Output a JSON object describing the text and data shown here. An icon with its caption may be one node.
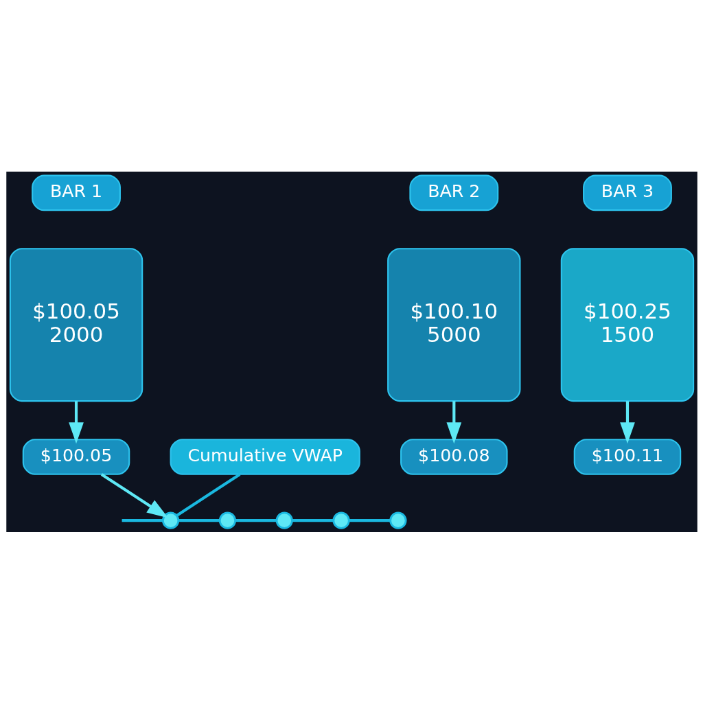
{
  "diagram": {
    "nodes": [
      {
        "text": [
          "BAR 1"
        ]
      },
      {
        "text": [
          "BAR 2"
        ]
      },
      {
        "text": [
          "BAR 3"
        ]
      },
      {
        "text": [
          "$100.05",
          "2000"
        ]
      },
      {
        "text": [
          "$100.10",
          "5000"
        ]
      },
      {
        "text": [
          "$100.25",
          "1500"
        ]
      },
      {
        "text": [
          "$100.05"
        ]
      },
      {
        "text": [
          "$100.08"
        ]
      },
      {
        "text": [
          "$100.11"
        ]
      },
      {
        "text": [],
        "shape": "circle"
      },
      {
        "text": [
          "Cumulative VWAP"
        ]
      },
      {
        "text": [],
        "shape": "circle"
      },
      {
        "text": [],
        "shape": "circle"
      },
      {
        "text": [],
        "shape": "circle"
      },
      {
        "text": [],
        "shape": "circle"
      }
    ],
    "edges": [
      {
        "from": 3,
        "to": 6,
        "arrow": "to"
      },
      {
        "from": 4,
        "to": 7,
        "arrow": "to"
      },
      {
        "from": 5,
        "to": 8,
        "arrow": "to"
      },
      {
        "from": 6,
        "to": 9,
        "arrow": "to"
      },
      {
        "from": null,
        "to": 9,
        "arrow": "none"
      },
      {
        "from": 9,
        "to": 11,
        "arrow": "none"
      },
      {
        "from": 11,
        "to": 12,
        "arrow": "none"
      },
      {
        "from": 12,
        "to": 13,
        "arrow": "none"
      },
      {
        "from": 13,
        "to": 14,
        "arrow": "none"
      },
      {
        "from": 10,
        "to": 9,
        "arrow": "none"
      }
    ]
  }
}
